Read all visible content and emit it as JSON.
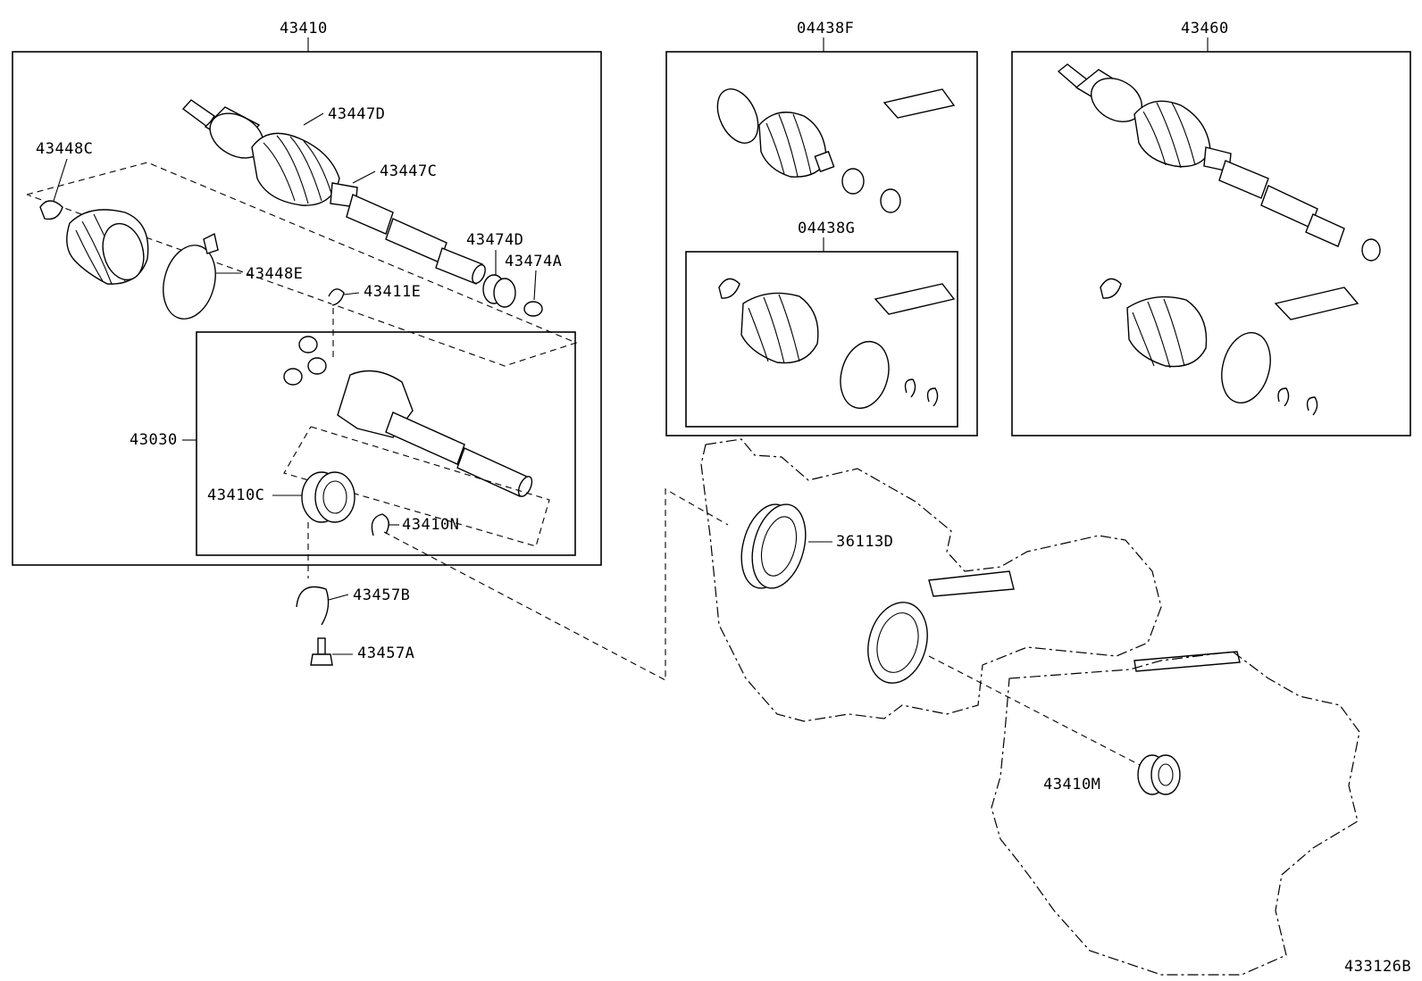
{
  "diagram": {
    "drawing_number": "433126B",
    "groups": {
      "left_assembly": "43410",
      "boot_kit_top": "04438F",
      "boot_kit_inner": "04438G",
      "right_assembly": "43460",
      "inner_joint": "43030"
    },
    "labels": {
      "p43447D": "43447D",
      "p43447C": "43447C",
      "p43448C": "43448C",
      "p43448E": "43448E",
      "p43474D": "43474D",
      "p43474A": "43474A",
      "p43411E": "43411E",
      "p43410C": "43410C",
      "p43410N": "43410N",
      "p43457B": "43457B",
      "p43457A": "43457A",
      "p36113D": "36113D",
      "p43410M": "43410M"
    }
  }
}
